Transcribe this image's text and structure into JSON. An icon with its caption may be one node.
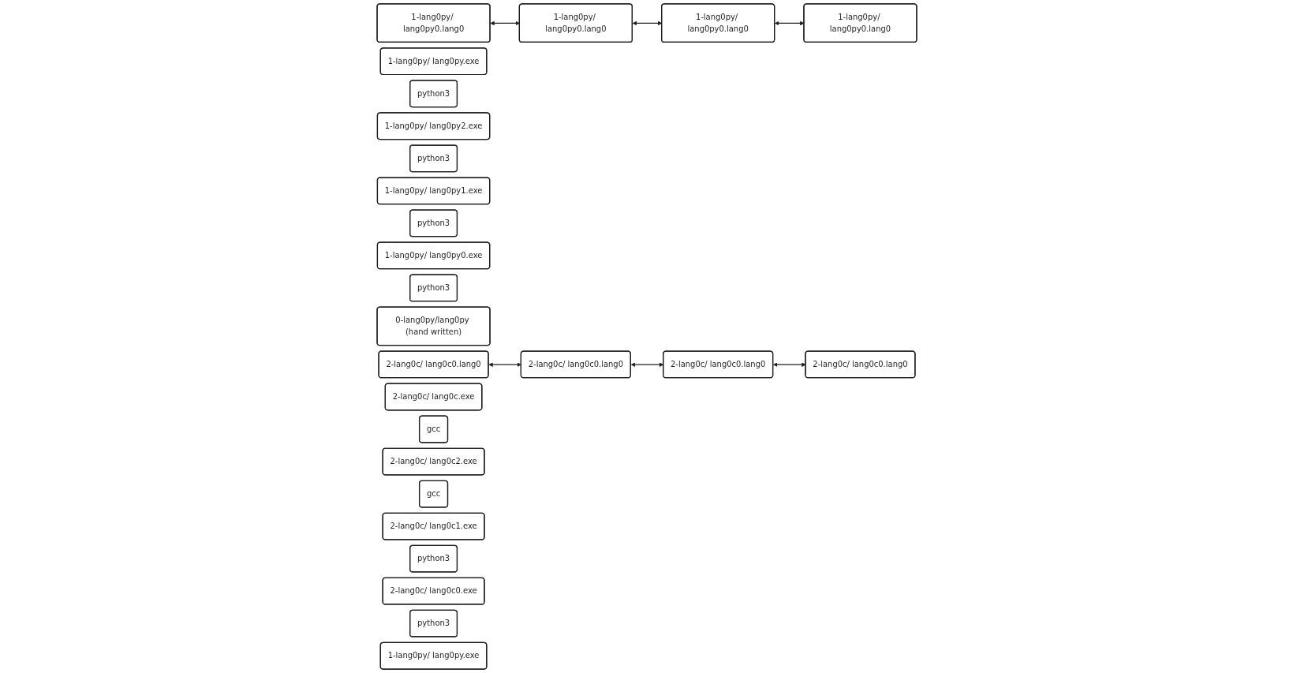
{
  "diagram": {
    "nodes": [
      {
        "text": [
          "1-lang0py/ lang0py0.lang0"
        ]
      },
      {
        "text": [
          "1-lang0py/ lang0py.exe"
        ]
      },
      {
        "text": [
          "python3"
        ]
      },
      {
        "text": [
          "1-lang0py/ lang0py2.exe"
        ]
      },
      {
        "text": [
          "1-lang0py/ lang0py0.lang0"
        ]
      },
      {
        "text": [
          "python3"
        ]
      },
      {
        "text": [
          "1-lang0py/ lang0py1.exe"
        ]
      },
      {
        "text": [
          "1-lang0py/ lang0py0.lang0"
        ]
      },
      {
        "text": [
          "python3"
        ]
      },
      {
        "text": [
          "1-lang0py/ lang0py0.exe"
        ]
      },
      {
        "text": [
          "1-lang0py/ lang0py0.lang0"
        ]
      },
      {
        "text": [
          "python3"
        ]
      },
      {
        "text": [
          "0-lang0py/lang0py (hand written)"
        ]
      },
      {
        "text": [
          "2-lang0c/ lang0c0.lang0"
        ]
      },
      {
        "text": [
          "2-lang0c/ lang0c.exe"
        ]
      },
      {
        "text": [
          "gcc"
        ]
      },
      {
        "text": [
          "2-lang0c/ lang0c2.exe"
        ]
      },
      {
        "text": [
          "2-lang0c/ lang0c0.lang0"
        ]
      },
      {
        "text": [
          "gcc"
        ]
      },
      {
        "text": [
          "2-lang0c/ lang0c1.exe"
        ]
      },
      {
        "text": [
          "2-lang0c/ lang0c0.lang0"
        ]
      },
      {
        "text": [
          "python3"
        ]
      },
      {
        "text": [
          "2-lang0c/ lang0c0.exe"
        ]
      },
      {
        "text": [
          "2-lang0c/ lang0c0.lang0"
        ]
      },
      {
        "text": [
          "python3"
        ]
      },
      {
        "text": [
          "1-lang0py/ lang0py.exe"
        ]
      }
    ],
    "edges": [
      {
        "from": 0,
        "to": 4,
        "arrow": "both"
      },
      {
        "from": 4,
        "to": 7,
        "arrow": "both"
      },
      {
        "from": 7,
        "to": 10,
        "arrow": "both"
      },
      {
        "from": 13,
        "to": 17,
        "arrow": "both"
      },
      {
        "from": 17,
        "to": 20,
        "arrow": "both"
      },
      {
        "from": 20,
        "to": 23,
        "arrow": "both"
      }
    ]
  }
}
